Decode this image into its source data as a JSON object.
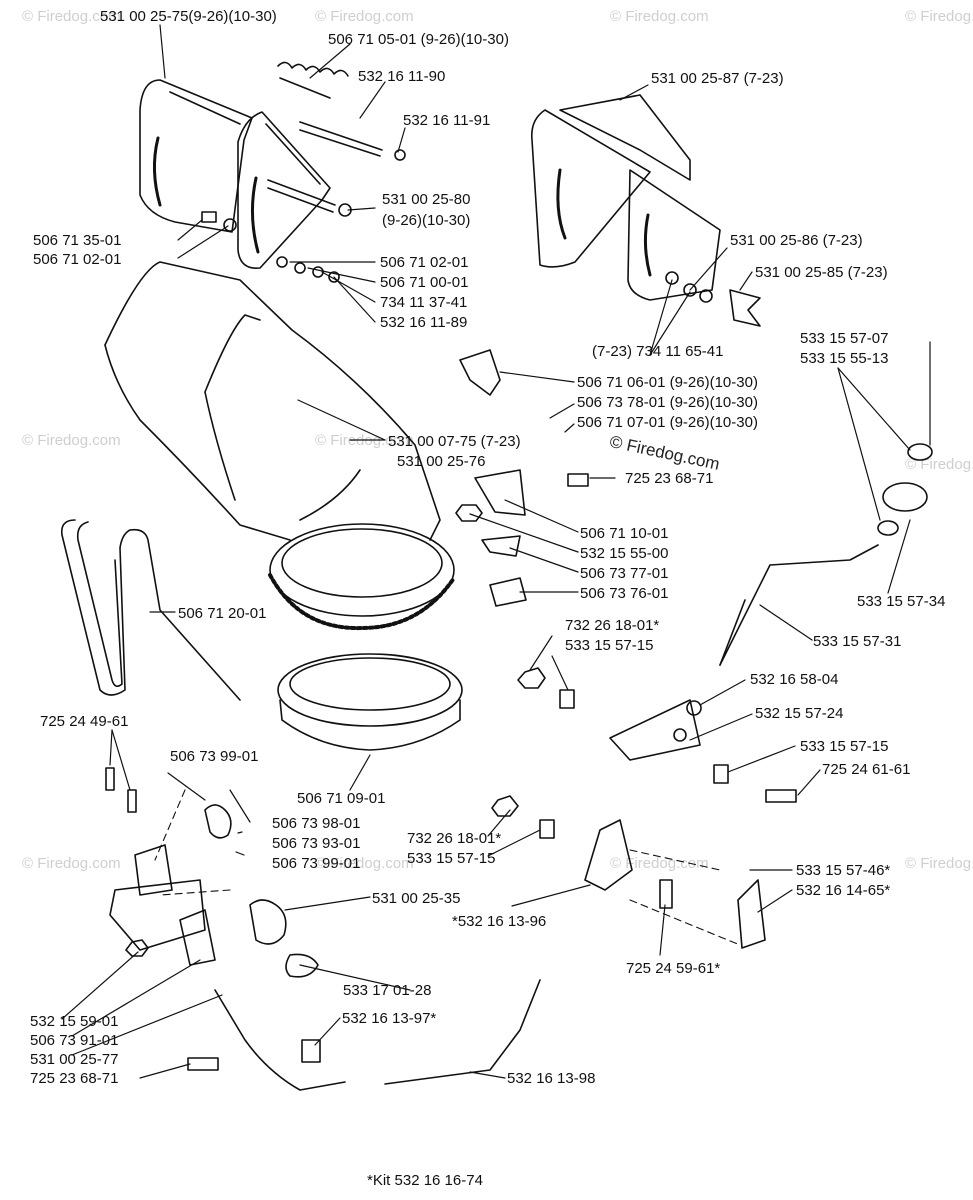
{
  "watermark": "© Firedog.com",
  "labels": [
    "531 00 25-75(9-26)(10-30)",
    "506 71 05-01 (9-26)(10-30)",
    "532 16 11-90",
    "532 16 11-91",
    "531 00 25-80",
    "(9-26)(10-30)",
    "506 71 35-01",
    "506 71 02-01",
    "506 71 02-01",
    "506 71 00-01",
    "734 11 37-41",
    "532 16 11-89",
    "531 00 25-87 (7-23)",
    "531 00 25-86 (7-23)",
    "531 00 25-85 (7-23)",
    "(7-23) 734 11 65-41",
    "533 15 57-07",
    "533 15 55-13",
    "506 71 06-01 (9-26)(10-30)",
    "506 73 78-01 (9-26)(10-30)",
    "506 71 07-01 (9-26)(10-30)",
    "531 00 07-75 (7-23)",
    "531 00 25-76",
    "725 23 68-71",
    "506 71 10-01",
    "532 15 55-00",
    "506 73 77-01",
    "506 73 76-01",
    "533  15 57-34",
    "506 71 20-01",
    "533 15 57-31",
    "732 26 18-01*",
    "533 15 57-15",
    "532 16 58-04",
    "532 15 57-24",
    "725 24 49-61",
    "506 71 09-01",
    "533 15 57-15",
    "725 24 61-61",
    "506 73 99-01",
    "506 73 98-01",
    "506 73 93-01",
    "506 73 99-01",
    "732 26 18-01*",
    "533 15 57-15",
    "533 15 57-46*",
    "532 16 14-65*",
    "*532 16 13-96",
    "531 00 25-35",
    "725 24 59-61*",
    "533 17 01-28",
    "532 15 59-01",
    "532 16 13-97*",
    "506 73 91-01",
    "531 00 25-77",
    "725 23 68-71",
    "532 16 13-98",
    "*Kit  532 16 16-74"
  ]
}
